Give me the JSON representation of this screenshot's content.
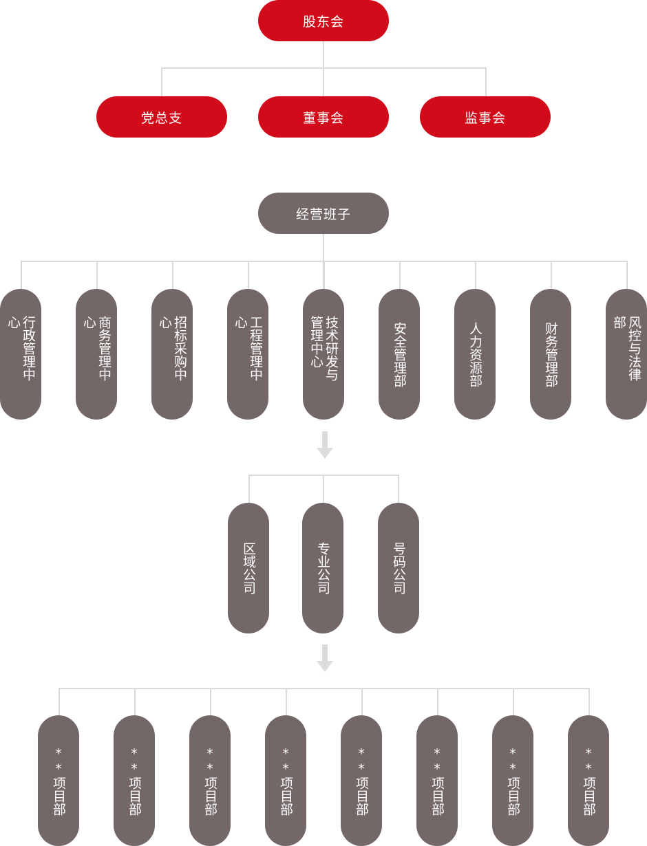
{
  "top": {
    "shareholders": "股东会",
    "party": "党总支",
    "board": "董事会",
    "supervisors": "监事会"
  },
  "management": {
    "team": "经营班子",
    "departments": [
      "行政管理中心",
      "商务管理中心",
      "招标采购中心",
      "工程管理中心",
      "技术研发与管理中心",
      "安全管理部",
      "人力资源部",
      "财务管理部",
      "风控与法律部"
    ]
  },
  "companies": [
    "区域公司",
    "专业公司",
    "号码公司"
  ],
  "projects": [
    "**项目部",
    "**项目部",
    "**项目部",
    "**项目部",
    "**项目部",
    "**项目部",
    "**项目部",
    "**项目部"
  ],
  "colors": {
    "red": "#d20b1b",
    "gray": "#736767",
    "line": "#d9d9d9",
    "arrow": "#dcdcdc"
  }
}
